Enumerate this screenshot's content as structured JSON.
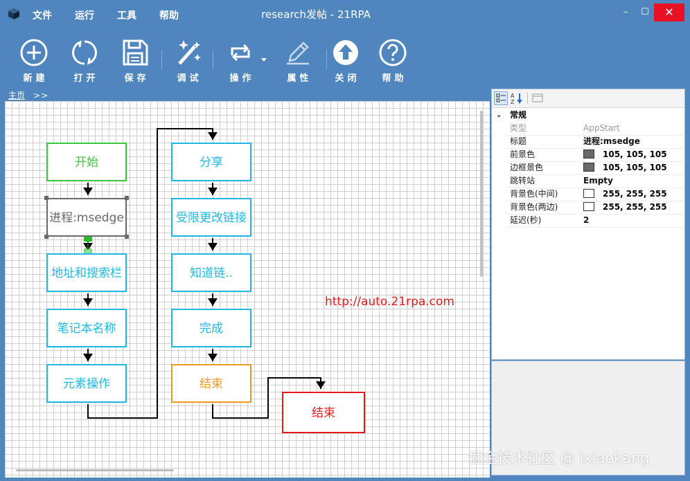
{
  "window": {
    "title": "research发帖 - 21RPA",
    "menu": [
      "文件",
      "运行",
      "工具",
      "帮助"
    ],
    "controls": {
      "minimize": "–",
      "maximize": "☐",
      "close": "✕"
    }
  },
  "toolbar": {
    "new": "新建",
    "open": "打开",
    "save": "保存",
    "debug": "调试",
    "operate": "操作",
    "properties": "属性",
    "close": "关闭",
    "help": "帮助"
  },
  "breadcrumb": {
    "home": "主页",
    "separator": ">>"
  },
  "flow": {
    "nodes": [
      {
        "id": "start",
        "label": "开始",
        "color": "#39c83b"
      },
      {
        "id": "process",
        "label": "进程:msedge",
        "color": "#696969",
        "selected": true
      },
      {
        "id": "address-bar",
        "label": "地址和搜索栏",
        "color": "#1eb7e6"
      },
      {
        "id": "notepad",
        "label": "笔记本名称",
        "color": "#1eb7e6"
      },
      {
        "id": "element-op",
        "label": "元素操作",
        "color": "#1eb7e6"
      },
      {
        "id": "share",
        "label": "分享",
        "color": "#1eb7e6"
      },
      {
        "id": "restricted-link",
        "label": "受限更改链接",
        "color": "#1eb7e6"
      },
      {
        "id": "know-link",
        "label": "知道链..",
        "color": "#1eb7e6"
      },
      {
        "id": "done",
        "label": "完成",
        "color": "#1eb7e6"
      },
      {
        "id": "end-1",
        "label": "结束",
        "color": "#ef9a1c"
      },
      {
        "id": "end-2",
        "label": "结束",
        "color": "#e31b1b"
      }
    ],
    "link_text": "http://auto.21rpa.com"
  },
  "properties": {
    "category": "常规",
    "rows": [
      {
        "name": "类型",
        "value": "AppStart",
        "disabled": true
      },
      {
        "name": "标题",
        "value": "进程:msedge"
      },
      {
        "name": "前景色",
        "value": "105, 105, 105",
        "swatch": "#696969"
      },
      {
        "name": "边框景色",
        "value": "105, 105, 105",
        "swatch": "#696969"
      },
      {
        "name": "跳转站",
        "value": "Empty"
      },
      {
        "name": "背景色(中间)",
        "value": "255, 255, 255",
        "swatch": "#ffffff"
      },
      {
        "name": "背景色(两边)",
        "value": "255, 255, 255",
        "swatch": "#ffffff"
      },
      {
        "name": "延迟(秒)",
        "value": "2"
      }
    ]
  },
  "watermark": "掘金技术社区 @ ixiaokang"
}
